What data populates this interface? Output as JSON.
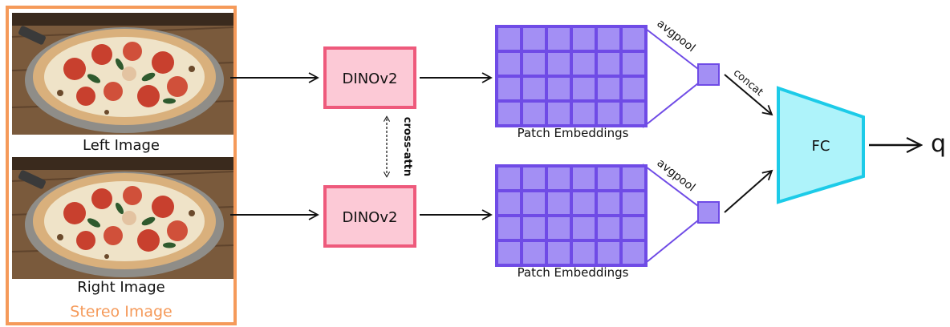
{
  "stereo": {
    "left_caption": "Left Image",
    "right_caption": "Right Image",
    "group_label": "Stereo Image",
    "frame_color": "#f59a5a"
  },
  "encoder": {
    "top_label": "DINOv2",
    "bottom_label": "DINOv2",
    "cross_label": "cross-attn",
    "fill": "#fcc9d6",
    "stroke": "#ee5a7c"
  },
  "patches": {
    "top_caption": "Patch Embeddings",
    "bottom_caption": "Patch Embeddings",
    "rows": 4,
    "cols": 6,
    "fill": "#a38ff4",
    "stroke": "#6f4be6"
  },
  "pooling": {
    "top_label": "avgpool",
    "bottom_label": "avgpool",
    "concat_label": "concat"
  },
  "fc": {
    "label": "FC",
    "fill": "#aef3fa",
    "stroke": "#1ccbe8"
  },
  "output": {
    "label": "q"
  }
}
